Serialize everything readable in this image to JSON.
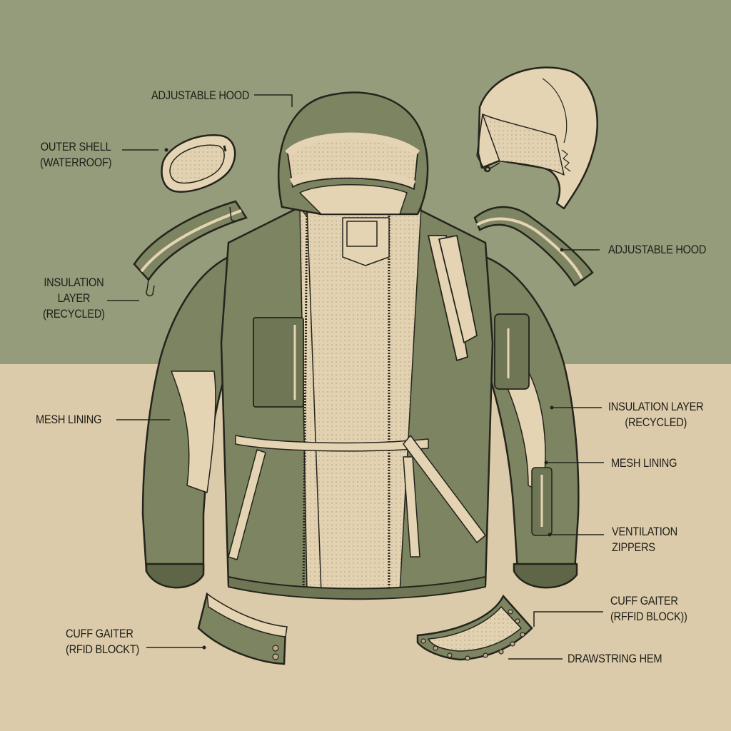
{
  "colors": {
    "background_top": "#959c7b",
    "background_bottom": "#dccbaa",
    "shell_green": "#7d8461",
    "shell_green_dark": "#5f6647",
    "lining_cream": "#e4d4b3",
    "outline": "#24241c"
  },
  "diagram": {
    "subject": "Exploded technical illustration of a hooded jacket",
    "labels": [
      {
        "id": "adjustable-hood-top",
        "lines": [
          "ADJUSTABLE HOOD"
        ]
      },
      {
        "id": "outer-shell",
        "lines": [
          "OUTER SHELL",
          "(WATERROOF)"
        ]
      },
      {
        "id": "insulation-layer-left",
        "lines": [
          "INSULATION",
          "LAYER",
          "(RECYCLED)"
        ]
      },
      {
        "id": "mesh-lining-left",
        "lines": [
          "MESH LINING"
        ]
      },
      {
        "id": "adjustable-hood-right",
        "lines": [
          "ADJUSTABLE HOOD"
        ]
      },
      {
        "id": "insulation-layer-right",
        "lines": [
          "INSULATION LAYER",
          "(RECYCLED)"
        ]
      },
      {
        "id": "mesh-lining-right",
        "lines": [
          "MESH LINING"
        ]
      },
      {
        "id": "ventilation-zippers",
        "lines": [
          "VENTILATION",
          "ZIPPERS"
        ]
      },
      {
        "id": "cuff-gaiter-right",
        "lines": [
          "CUFF GAITER",
          "(RFFID BLOCK))"
        ]
      },
      {
        "id": "cuff-gaiter-left",
        "lines": [
          "CUFF GAITER",
          "(RFID BLOCKT)"
        ]
      },
      {
        "id": "drawstring-hem",
        "lines": [
          "DRAWSTRING HEM"
        ]
      }
    ],
    "components": [
      "main-jacket",
      "detached-hood",
      "collar-panel",
      "left-zip-sleeve-band",
      "right-zip-sleeve-band",
      "left-cuff-gaiter",
      "hem-band"
    ]
  }
}
